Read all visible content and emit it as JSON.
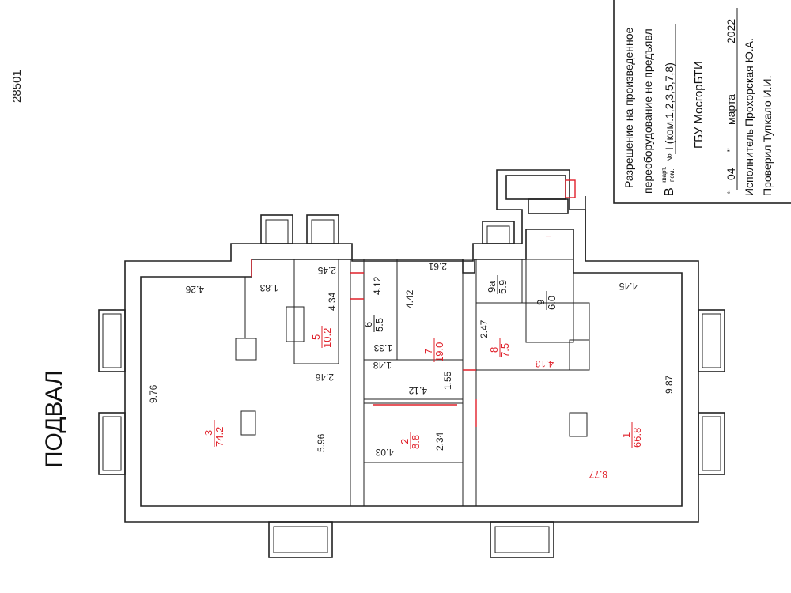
{
  "sheet_number": "28501",
  "floor_title": "ПОДВАЛ",
  "stamp": {
    "line1": "Разрешение на произведенное",
    "line2": "переоборудование не предъявл",
    "line3_prefix": "В",
    "line3_sup": "кварт.",
    "line3_sub": "пом.",
    "line3_no": "№",
    "line3_value": "I (ком.1,2,3,5,7,8)",
    "org": "ГБУ МосгорБТИ",
    "day": "04",
    "month": "марта",
    "year": "2022",
    "executor_label": "Исполнитель",
    "executor": "Прохорская Ю.А.",
    "checker_label": "Проверил",
    "checker": "Тупкало И.И."
  },
  "rooms": [
    {
      "num": "1",
      "area": "66.8",
      "color": "#e0202a"
    },
    {
      "num": "2",
      "area": "8.8",
      "color": "#e0202a"
    },
    {
      "num": "3",
      "area": "74.2",
      "color": "#e0202a"
    },
    {
      "num": "5",
      "area": "10.2",
      "color": "#e0202a"
    },
    {
      "num": "6",
      "area": "5.5",
      "color": "#222222"
    },
    {
      "num": "7",
      "area": "19.0",
      "color": "#e0202a"
    },
    {
      "num": "8",
      "area": "7.5",
      "color": "#e0202a"
    },
    {
      "num": "9",
      "area": "6.0",
      "color": "#222222"
    },
    {
      "num": "9а",
      "area": "5.9",
      "color": "#222222"
    }
  ],
  "dimensions": {
    "d426": "4.26",
    "d183": "1.83",
    "d245": "2.45",
    "d434": "4.34",
    "d412a": "4.12",
    "d442": "4.42",
    "d261": "2.61",
    "d133": "1.33",
    "d148": "1.48",
    "d246": "2.46",
    "d155": "1.55",
    "d412b": "4.12",
    "d976": "9.76",
    "d596": "5.96",
    "d234": "2.34",
    "d403": "4.03",
    "d247": "2.47",
    "d413": "4.13",
    "d445": "4.45",
    "d987": "9.87",
    "d877": "8.77"
  },
  "stair_mark": "I"
}
